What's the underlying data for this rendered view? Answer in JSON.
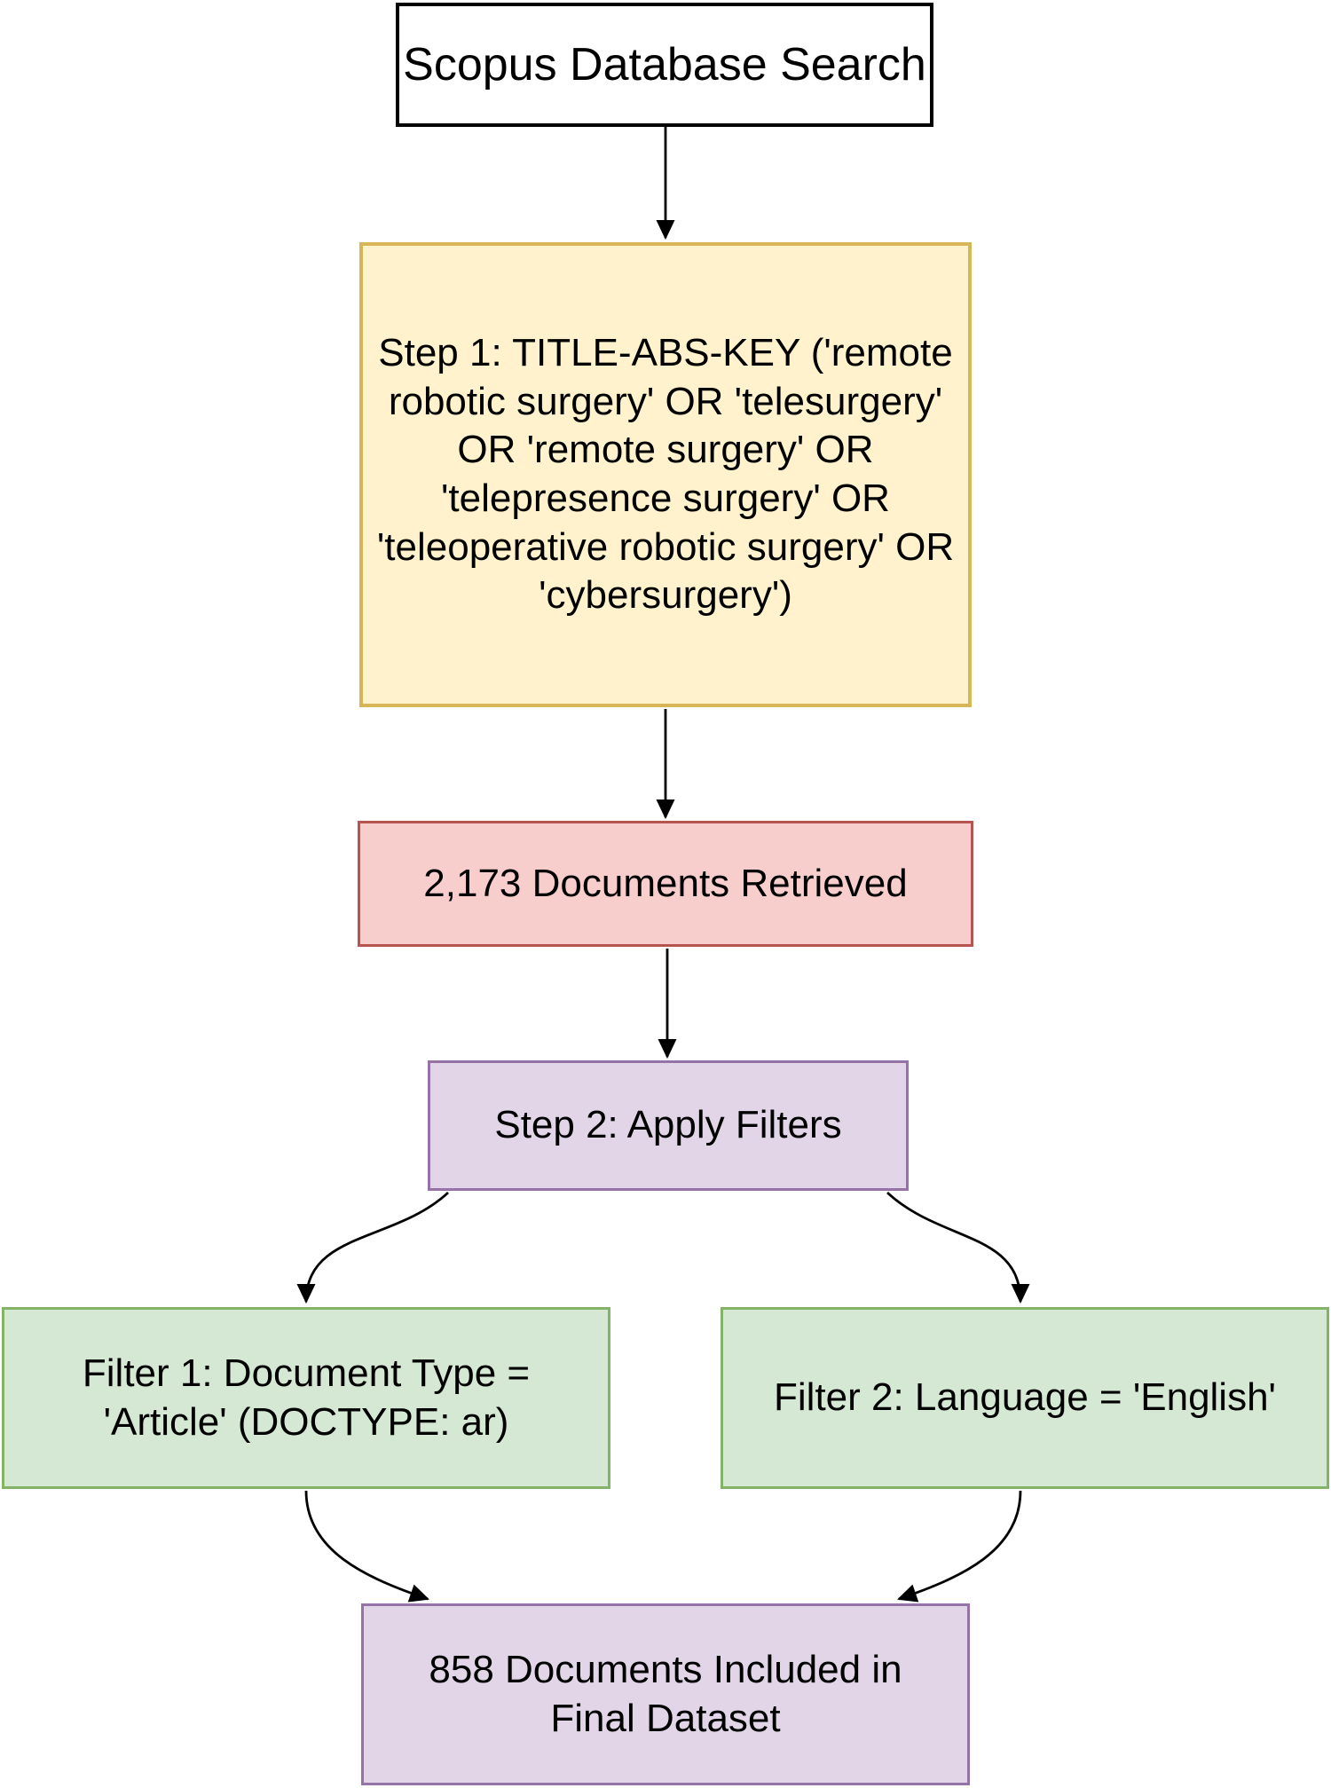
{
  "colors": {
    "node-white-fill": "#ffffff",
    "node-white-border": "#000000",
    "node-yellow-fill": "#fff2cc",
    "node-yellow-border": "#d6b656",
    "node-red-fill": "#f8cecc",
    "node-red-border": "#b85450",
    "node-purple-fill": "#e1d5e7",
    "node-purple-border": "#9673a6",
    "node-green-fill": "#d5e8d4",
    "node-green-border": "#82b366",
    "arrow": "#000000",
    "text": "#000000"
  },
  "nodes": {
    "scopus": {
      "lines": [
        "Scopus Database Search"
      ]
    },
    "step1": {
      "lines": [
        "Step 1: TITLE-ABS-KEY ('remote",
        "robotic surgery' OR 'telesurgery'",
        "OR 'remote surgery' OR",
        "'telepresence surgery' OR",
        "'teleoperative robotic surgery' OR",
        "'cybersurgery')"
      ]
    },
    "retrieved": {
      "lines": [
        "2,173 Documents Retrieved"
      ]
    },
    "step2": {
      "lines": [
        "Step 2: Apply Filters"
      ]
    },
    "filter1": {
      "lines": [
        "Filter 1: Document Type =",
        "'Article' (DOCTYPE: ar)"
      ]
    },
    "filter2": {
      "lines": [
        "Filter 2: Language = 'English'"
      ]
    },
    "final": {
      "lines": [
        "858 Documents Included in",
        "Final Dataset"
      ]
    }
  }
}
